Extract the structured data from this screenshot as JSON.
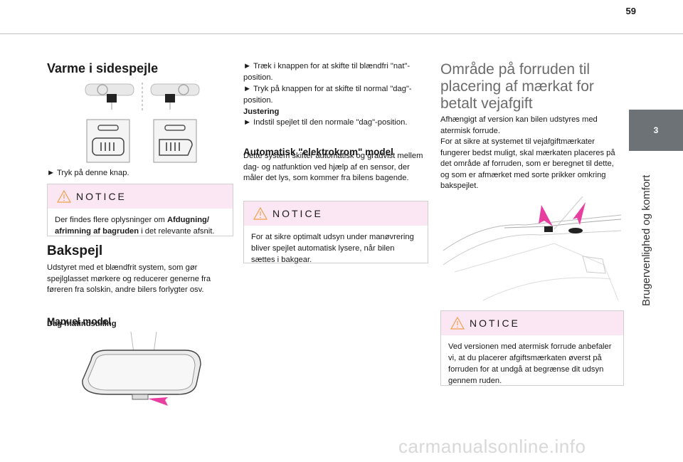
{
  "page_number": "59",
  "chapter": {
    "number": "3",
    "title": "Brugervenlighed og komfort"
  },
  "col1": {
    "heading": "Varme i sidespejle",
    "instruction": "► Tryk på denne knap.",
    "notice1": {
      "label": "NOTICE",
      "text_a": "Der findes flere oplysninger om ",
      "text_bold": "Afdugning/ afrimning af bagruden",
      "text_b": " i det relevante afsnit."
    },
    "section_heading": "Bakspejl",
    "section_text": "Udstyret med et blændfrit system, som gør spejlglasset mørkere og reducerer generne fra føreren fra solskin, andre bilers forlygter osv.",
    "sub_heading": "Manuel model",
    "sub_sub_heading": "Dag-/natindstilling"
  },
  "col2": {
    "line1": "► Træk i knappen for at skifte til blændfri \"nat\"-position.",
    "line2": "► Tryk på knappen for at skifte til normal \"dag\"-position.",
    "justering_label": "Justering",
    "line3": "► Indstil spejlet til den normale \"dag\"-position.",
    "auto_heading": "Automatisk \"elektrokrom\" model",
    "auto_text": "Dette system skifter automatisk og gradvist mellem dag- og natfunktion ved hjælp af en sensor, der måler det lys, som kommer fra bilens bagende.",
    "notice2": {
      "label": "NOTICE",
      "text": "For at sikre optimalt udsyn under manøvrering bliver spejlet automatisk lysere, når bilen sættes i bakgear."
    }
  },
  "col3": {
    "title": "Område på forruden til placering af mærkat for betalt vejafgift",
    "text": "Afhængigt af version kan bilen udstyres med atermisk forrude.\nFor at sikre at systemet til vejafgiftmærkater fungerer bedst muligt, skal mærkaten placeres på det område af forruden, som er beregnet til dette, og som er afmærket med sorte prikker omkring bakspejlet.",
    "notice3": {
      "label": "NOTICE",
      "text": "Ved versionen med atermisk forrude anbefaler vi, at du placerer afgiftsmærkaten øverst på forruden for at undgå at begrænse dit udsyn gennem ruden."
    }
  },
  "colors": {
    "notice_header": "#fbe7f3",
    "accent_pink": "#e83e9f",
    "tab_gray": "#6d7276",
    "title_gray": "#6b6b6b"
  },
  "watermark": "carmanualsonline.info"
}
